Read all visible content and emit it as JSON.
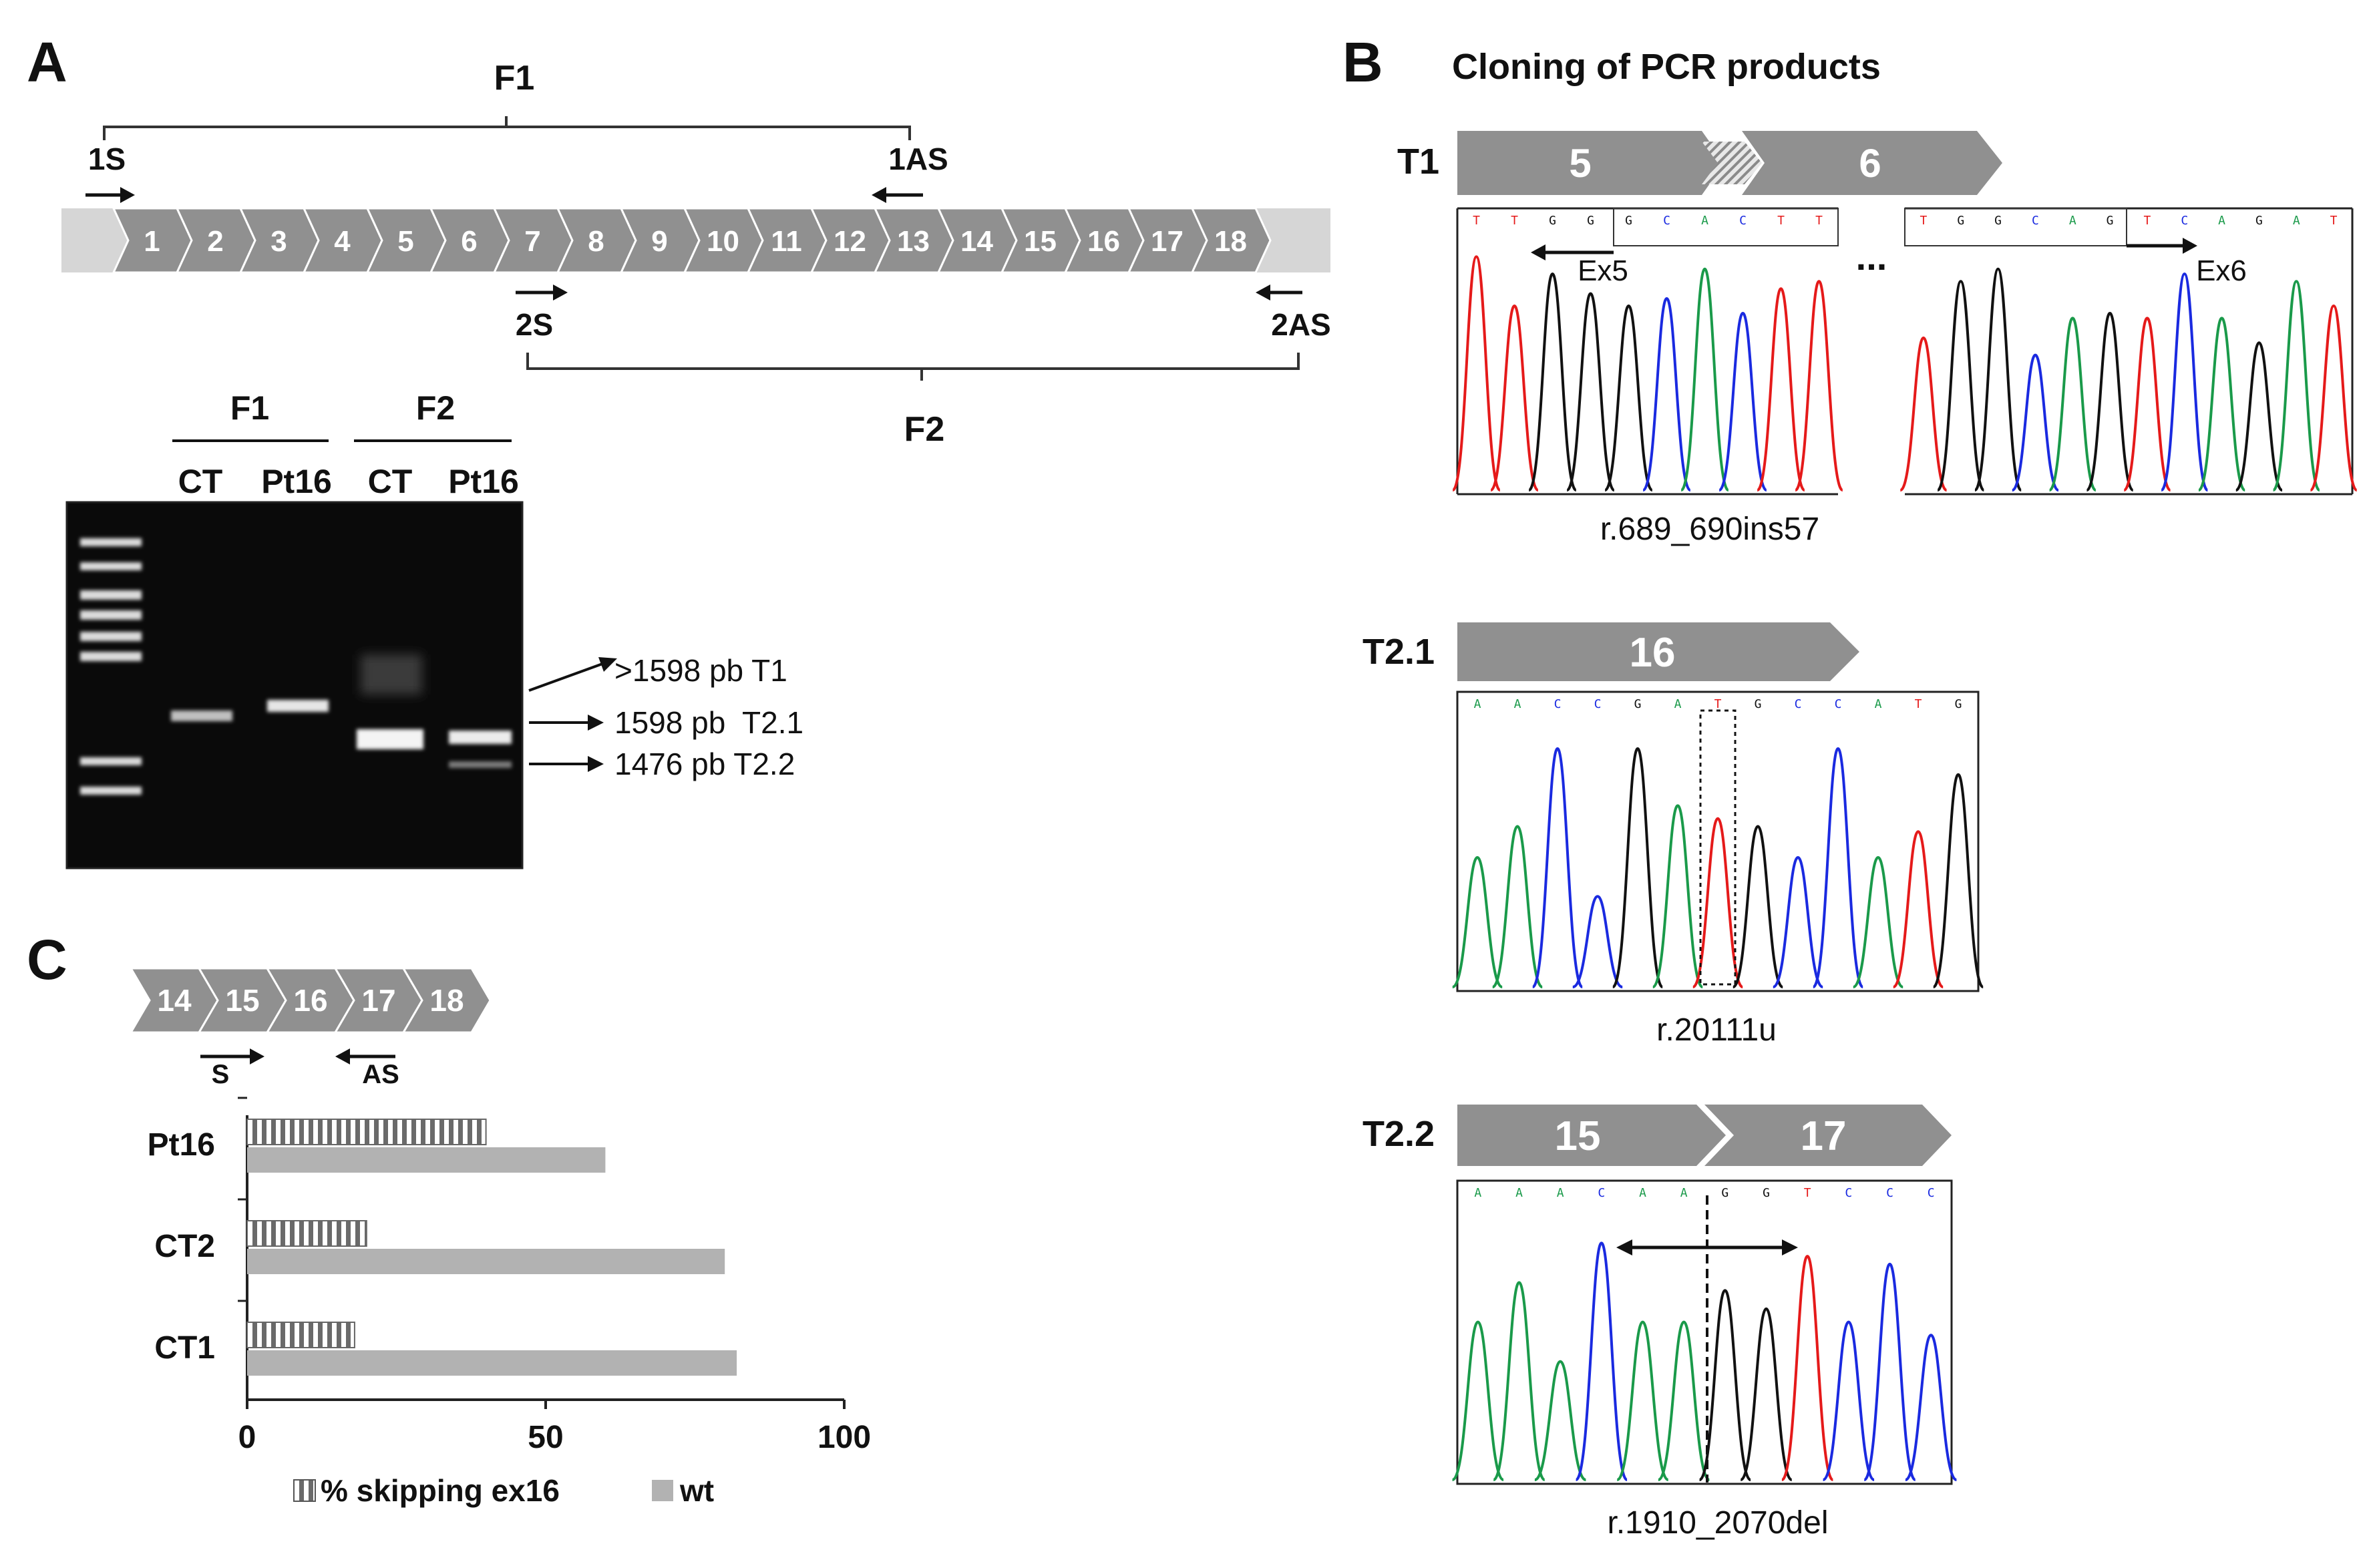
{
  "panel_a": {
    "letter": "A",
    "f1_label": "F1",
    "f2_label": "F2",
    "primers": {
      "s1": "1S",
      "as1": "1AS",
      "s2": "2S",
      "as2": "2AS"
    },
    "exons": [
      "1",
      "2",
      "3",
      "4",
      "5",
      "6",
      "7",
      "8",
      "9",
      "10",
      "11",
      "12",
      "13",
      "14",
      "15",
      "16",
      "17",
      "18"
    ],
    "gel": {
      "group1": "F1",
      "group2": "F2",
      "lanes": [
        "CT",
        "Pt16",
        "CT",
        "Pt16"
      ],
      "band_labels": [
        ">1598 pb T1",
        "1598 pb  T2.1",
        "1476 pb T2.2"
      ]
    }
  },
  "panel_b": {
    "letter": "B",
    "title": "Cloning of PCR products",
    "t1": {
      "name": "T1",
      "exon_left": "5",
      "exon_right": "6",
      "seq_left": [
        "T",
        "T",
        "G",
        "G",
        "G",
        "C",
        "A",
        "C",
        "T",
        "T"
      ],
      "seq_right": [
        "T",
        "G",
        "G",
        "C",
        "A",
        "G",
        "T",
        "C",
        "A",
        "G",
        "A",
        "T"
      ],
      "ellipsis": "...",
      "ex_left": "Ex5",
      "ex_right": "Ex6",
      "caption": "r.689_690ins57"
    },
    "t21": {
      "name": "T2.1",
      "exon": "16",
      "seq": [
        "A",
        "A",
        "C",
        "C",
        "G",
        "A",
        "T",
        "G",
        "C",
        "C",
        "A",
        "T",
        "G"
      ],
      "caption": "r.20111u"
    },
    "t22": {
      "name": "T2.2",
      "exon_left": "15",
      "exon_right": "17",
      "seq": [
        "A",
        "A",
        "A",
        "C",
        "A",
        "A",
        "G",
        "G",
        "T",
        "C",
        "C",
        "C"
      ],
      "caption": "r.1910_2070del"
    }
  },
  "panel_c": {
    "letter": "C",
    "exons": [
      "14",
      "15",
      "16",
      "17",
      "18"
    ],
    "primers": {
      "s": "S",
      "as": "AS"
    },
    "legend": {
      "skip": "% skipping ex16",
      "wt": "wt"
    }
  },
  "colors": {
    "exon": "#909090",
    "skip_bar": "#6a6a6a",
    "wt_bar": "#b2b2b2",
    "A": "#1a9a4a",
    "C": "#1a2ae0",
    "G": "#111111",
    "T": "#e51a1a"
  },
  "chart_data": {
    "type": "bar",
    "orientation": "horizontal",
    "categories": [
      "Pt16",
      "CT2",
      "CT1"
    ],
    "series": [
      {
        "name": "% skipping ex16",
        "values": [
          40,
          20,
          18
        ]
      },
      {
        "name": "wt",
        "values": [
          60,
          80,
          82
        ]
      }
    ],
    "xlim": [
      0,
      100
    ],
    "xticks": [
      "0",
      "50",
      "100"
    ],
    "legend_position": "bottom"
  }
}
